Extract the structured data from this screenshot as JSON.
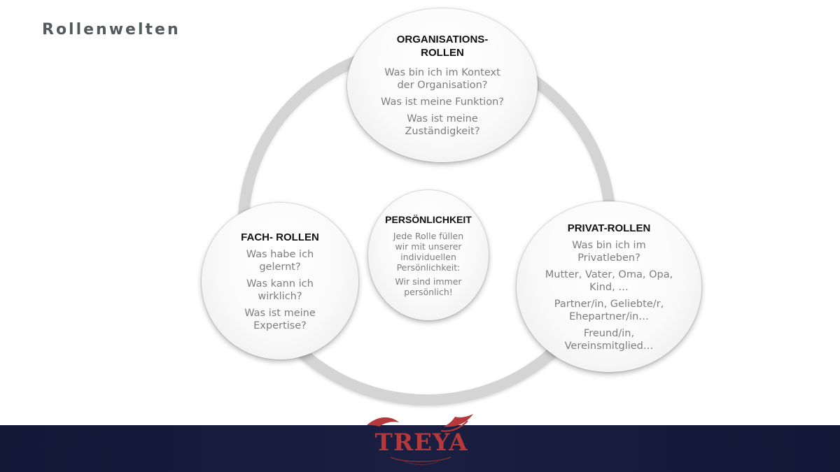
{
  "title": "Rollenwelten",
  "colors": {
    "footer": "#161a3a",
    "logo": "#b5383a",
    "ring": "#d4d4d4",
    "heading_text": "#111111",
    "body_text": "#7d7d7d"
  },
  "icons": [
    "treya-logo",
    "wings-icon"
  ],
  "logo_text": "TREYA",
  "circles": {
    "org": {
      "title_1": "ORGANISATIONS-",
      "title_2": "ROLLEN",
      "lines": [
        "Was bin ich im Kontext",
        "der Organisation?",
        "Was ist meine Funktion?",
        "Was ist meine",
        "Zuständigkeit?"
      ]
    },
    "fach": {
      "title": "FACH- ROLLEN",
      "lines": [
        "Was habe ich",
        "gelernt?",
        "Was kann ich",
        "wirklich?",
        "Was ist meine",
        "Expertise?"
      ]
    },
    "pers": {
      "title": "PERSÖNLICHKEIT",
      "lines": [
        "Jede Rolle füllen",
        "wir mit unserer",
        "individuellen",
        "Persönlichkeit:",
        "Wir sind immer",
        "persönlich!"
      ]
    },
    "priv": {
      "title": "PRIVAT-ROLLEN",
      "lines": [
        "Was bin ich im",
        "Privatleben?",
        "Mutter, Vater, Oma, Opa,",
        "Kind, …",
        "Partner/in, Geliebte/r,",
        "Ehepartner/in…",
        "Freund/in,",
        "Vereinsmitglied…"
      ]
    }
  }
}
